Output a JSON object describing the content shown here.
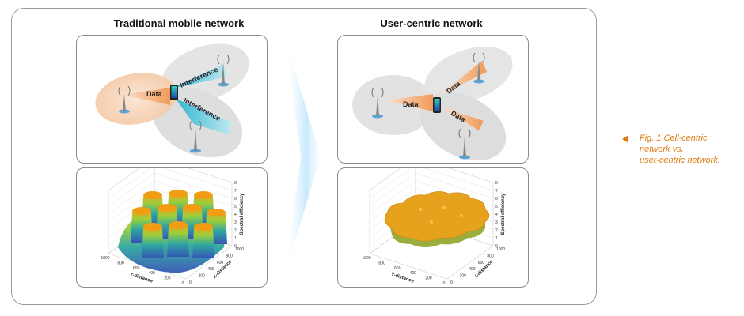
{
  "left": {
    "title": "Traditional mobile network",
    "labels": {
      "data": "Data",
      "interference_1": "Interference",
      "interference_2": "Interference"
    }
  },
  "right": {
    "title": "User-centric network",
    "labels": {
      "data_1": "Data",
      "data_2": "Data",
      "data_3": "Data"
    }
  },
  "plots": {
    "z_label": "Spectral efficiency",
    "x_label": "X-distance",
    "y_label": "Y-distance",
    "z_ticks": [
      "0",
      "1",
      "2",
      "3",
      "4",
      "5",
      "6",
      "7",
      "8"
    ],
    "x_ticks": [
      "0",
      "200",
      "400",
      "600",
      "800",
      "1000"
    ],
    "y_ticks": [
      "0",
      "200",
      "400",
      "600",
      "800",
      "1000"
    ]
  },
  "caption": {
    "line_1": "Fig. 1 Cell-centric",
    "line_2": "network vs.",
    "line_3": "user-centric network."
  },
  "colors": {
    "caption": "#e07a12",
    "cell_grey": "#e3e3e3",
    "cell_orange": "#f6d3b7",
    "data_beam": "#f2a56a",
    "interference_beam": "#59c3d6"
  }
}
